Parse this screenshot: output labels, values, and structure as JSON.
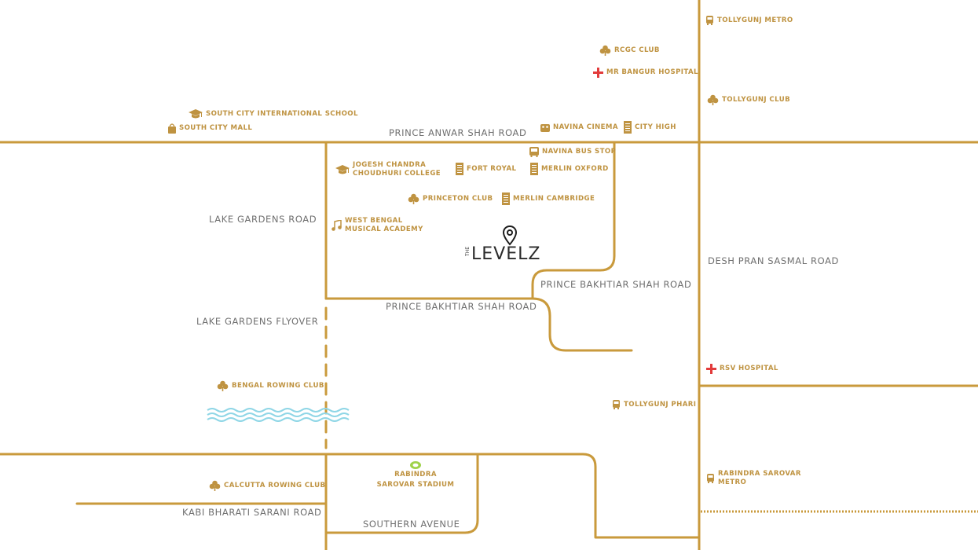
{
  "colors": {
    "road": "#c99a3c",
    "text": "#bf9341",
    "hospital": "#e23b3b",
    "water": "#8fd6e6",
    "stadium": "#9fd24a",
    "label": "#6f6f6f"
  },
  "roads": {
    "prince_anwar_shah": "PRINCE ANWAR SHAH ROAD",
    "lake_gardens": "LAKE GARDENS ROAD",
    "lake_gardens_flyover": "LAKE GARDENS FLYOVER",
    "prince_bakhtiar_1": "PRINCE BAKHTIAR SHAH ROAD",
    "prince_bakhtiar_2": "PRINCE BAKHTIAR SHAH ROAD",
    "desh_pran": "DESH PRAN SASMAL ROAD",
    "kabi_bharati": "KABI BHARATI SARANI ROAD",
    "southern_avenue": "SOUTHERN AVENUE"
  },
  "pois": {
    "tollygunj_metro": {
      "label": "TOLLYGUNJ METRO",
      "icon": "metro-icon"
    },
    "rcgc_club": {
      "label": "RCGC CLUB",
      "icon": "club-icon"
    },
    "mr_bangur": {
      "label": "MR BANGUR HOSPITAL",
      "icon": "hospital-icon"
    },
    "tollygunj_club": {
      "label": "TOLLYGUNJ CLUB",
      "icon": "club-icon"
    },
    "south_city_school": {
      "label": "SOUTH CITY INTERNATIONAL SCHOOL",
      "icon": "school-icon"
    },
    "south_city_mall": {
      "label": "SOUTH CITY MALL",
      "icon": "mall-icon"
    },
    "navina_cinema": {
      "label": "NAVINA CINEMA",
      "icon": "cinema-icon"
    },
    "city_high": {
      "label": "CITY HIGH",
      "icon": "building-icon"
    },
    "navina_bus": {
      "label": "NAVINA BUS STOP",
      "icon": "bus-icon"
    },
    "jogesh_1": {
      "label": "JOGESH CHANDRA",
      "icon": "school-icon"
    },
    "jogesh_2": {
      "label": "CHOUDHURI COLLEGE"
    },
    "fort_royal": {
      "label": "FORT ROYAL",
      "icon": "building-icon"
    },
    "merlin_oxford": {
      "label": "MERLIN OXFORD",
      "icon": "building-icon"
    },
    "princeton_club": {
      "label": "PRINCETON CLUB",
      "icon": "club-icon"
    },
    "merlin_cambridge": {
      "label": "MERLIN CAMBRIDGE",
      "icon": "building-icon"
    },
    "wb_music_1": {
      "label": "WEST BENGAL",
      "icon": "music-icon"
    },
    "wb_music_2": {
      "label": "MUSICAL ACADEMY"
    },
    "rsv_hospital": {
      "label": "RSV HOSPITAL",
      "icon": "hospital-icon"
    },
    "bengal_rowing": {
      "label": "BENGAL ROWING CLUB",
      "icon": "club-icon"
    },
    "tollygunj_phari": {
      "label": "TOLLYGUNJ PHARI",
      "icon": "metro-icon"
    },
    "calcutta_rowing": {
      "label": "CALCUTTA ROWING CLUB",
      "icon": "club-icon"
    },
    "stadium_1": {
      "label": "RABINDRA",
      "icon": "stadium-icon"
    },
    "stadium_2": {
      "label": "SAROVAR STADIUM"
    },
    "rs_metro_1": {
      "label": "RABINDRA SAROVAR",
      "icon": "metro-icon"
    },
    "rs_metro_2": {
      "label": "METRO"
    }
  },
  "project": {
    "brand": "LEVELZ",
    "prefix": "THE",
    "icon": "location-pin-icon"
  }
}
